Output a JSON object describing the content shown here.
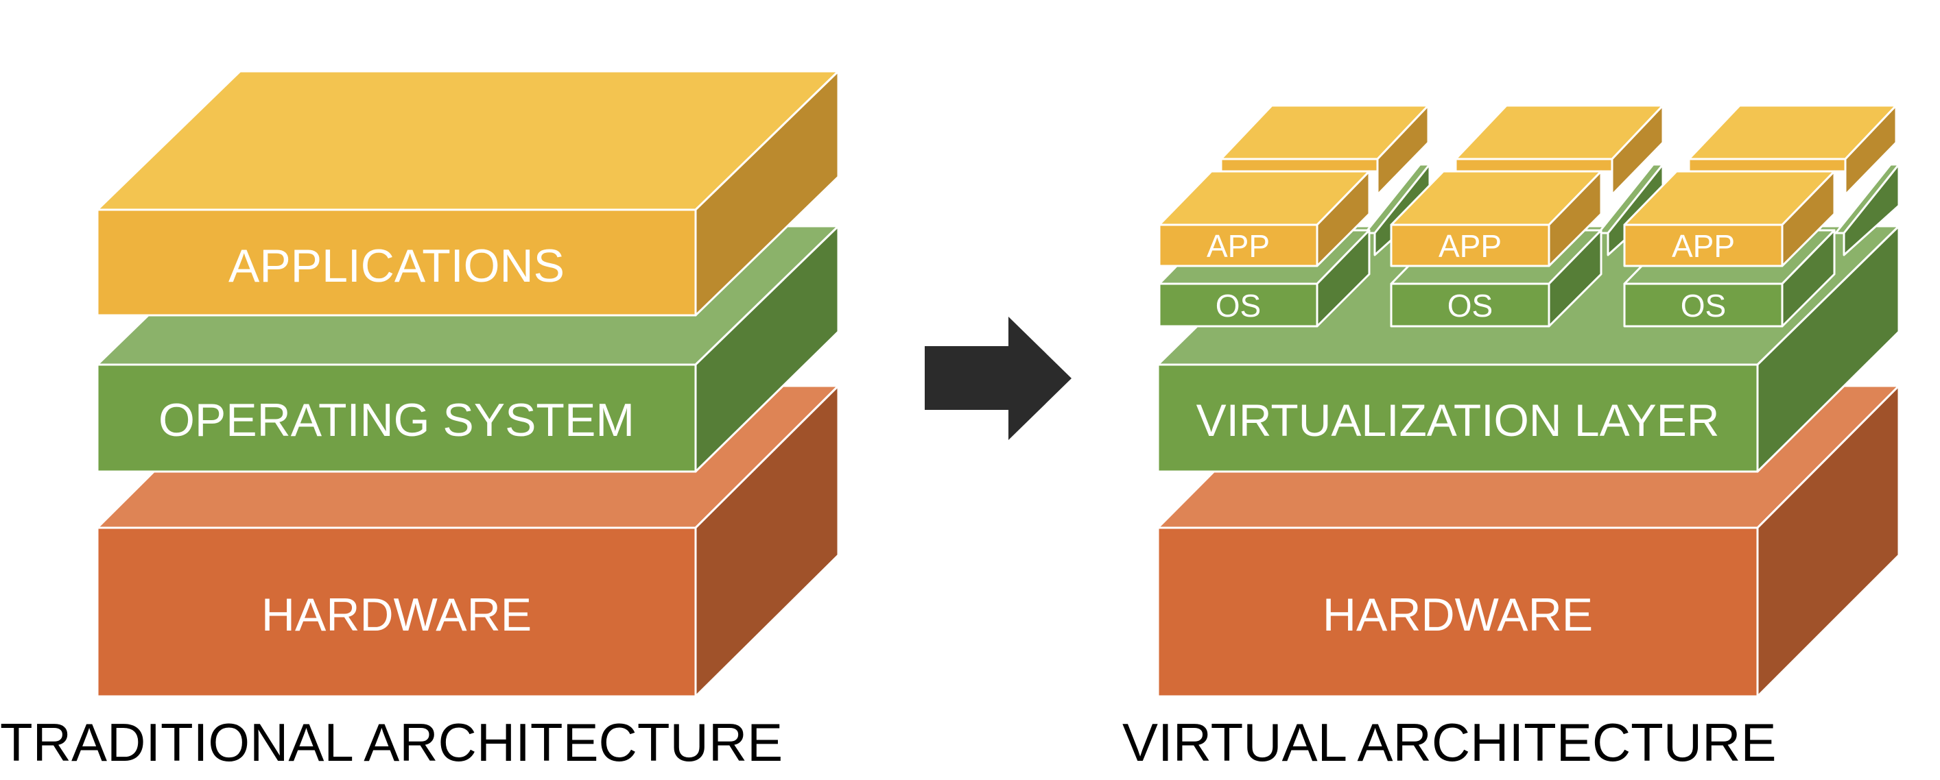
{
  "colors": {
    "app": {
      "front": "#eeb33e",
      "top": "#f3c450",
      "side": "#bb8a2e"
    },
    "os": {
      "front": "#72a046",
      "top": "#8bb26a",
      "side": "#567e37"
    },
    "hardware": {
      "front": "#d46b38",
      "top": "#de8455",
      "side": "#a0522a"
    },
    "arrow": "#2b2b2b",
    "caption": "#000000",
    "label": "#ffffff"
  },
  "traditional": {
    "caption": "TRADITIONAL ARCHITECTURE",
    "applications_label": "APPLICATIONS",
    "os_label": "OPERATING SYSTEM",
    "hardware_label": "HARDWARE"
  },
  "virtual": {
    "caption": "VIRTUAL ARCHITECTURE",
    "virtualization_label": "VIRTUALIZATION LAYER",
    "hardware_label": "HARDWARE",
    "vms": [
      {
        "app_label": "APP",
        "os_label": "OS"
      },
      {
        "app_label": "APP",
        "os_label": "OS"
      },
      {
        "app_label": "APP",
        "os_label": "OS"
      }
    ]
  },
  "arrow_icon": "right-arrow-icon"
}
